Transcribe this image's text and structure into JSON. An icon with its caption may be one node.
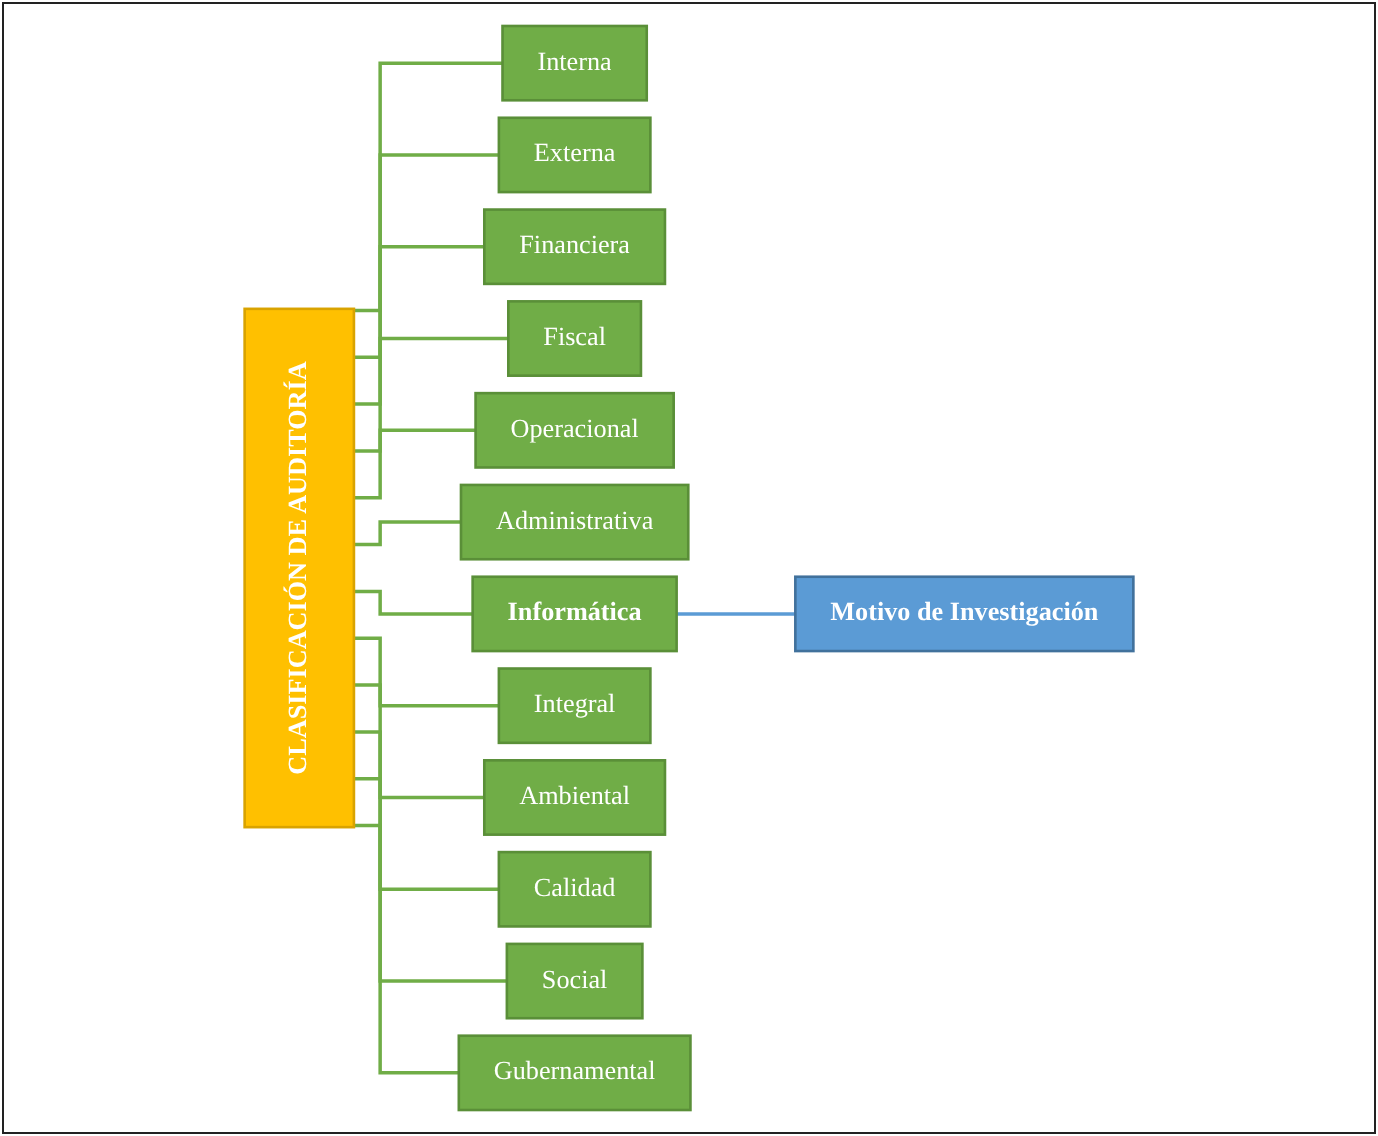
{
  "diagram": {
    "nodes": [
      {
        "text": [
          "CLASIFICACIÓN DE AUDITORÍA"
        ]
      },
      {
        "text": [
          "Interna"
        ]
      },
      {
        "text": [
          "Externa"
        ]
      },
      {
        "text": [
          "Financiera"
        ]
      },
      {
        "text": [
          "Fiscal"
        ]
      },
      {
        "text": [
          "Operacional"
        ]
      },
      {
        "text": [
          "Administrativa"
        ]
      },
      {
        "text": [
          "Informática"
        ]
      },
      {
        "text": [
          "Integral"
        ]
      },
      {
        "text": [
          "Ambiental"
        ]
      },
      {
        "text": [
          "Calidad"
        ]
      },
      {
        "text": [
          "Social"
        ]
      },
      {
        "text": [
          "Gubernamental"
        ]
      },
      {
        "text": [
          "Motivo de Investigación"
        ]
      }
    ],
    "edges": [
      {
        "from": 0,
        "to": 1,
        "arrow": "none"
      },
      {
        "from": 0,
        "to": 2,
        "arrow": "none"
      },
      {
        "from": 0,
        "to": 3,
        "arrow": "none"
      },
      {
        "from": 0,
        "to": 4,
        "arrow": "none"
      },
      {
        "from": 0,
        "to": 5,
        "arrow": "none"
      },
      {
        "from": 0,
        "to": 6,
        "arrow": "none"
      },
      {
        "from": 0,
        "to": 7,
        "arrow": "none"
      },
      {
        "from": 0,
        "to": 8,
        "arrow": "none"
      },
      {
        "from": 0,
        "to": 9,
        "arrow": "none"
      },
      {
        "from": 0,
        "to": 10,
        "arrow": "none"
      },
      {
        "from": 0,
        "to": 11,
        "arrow": "none"
      },
      {
        "from": 0,
        "to": 12,
        "arrow": "none"
      },
      {
        "from": 7,
        "to": 13,
        "arrow": "none",
        "color": "#5b9bd5"
      }
    ]
  }
}
